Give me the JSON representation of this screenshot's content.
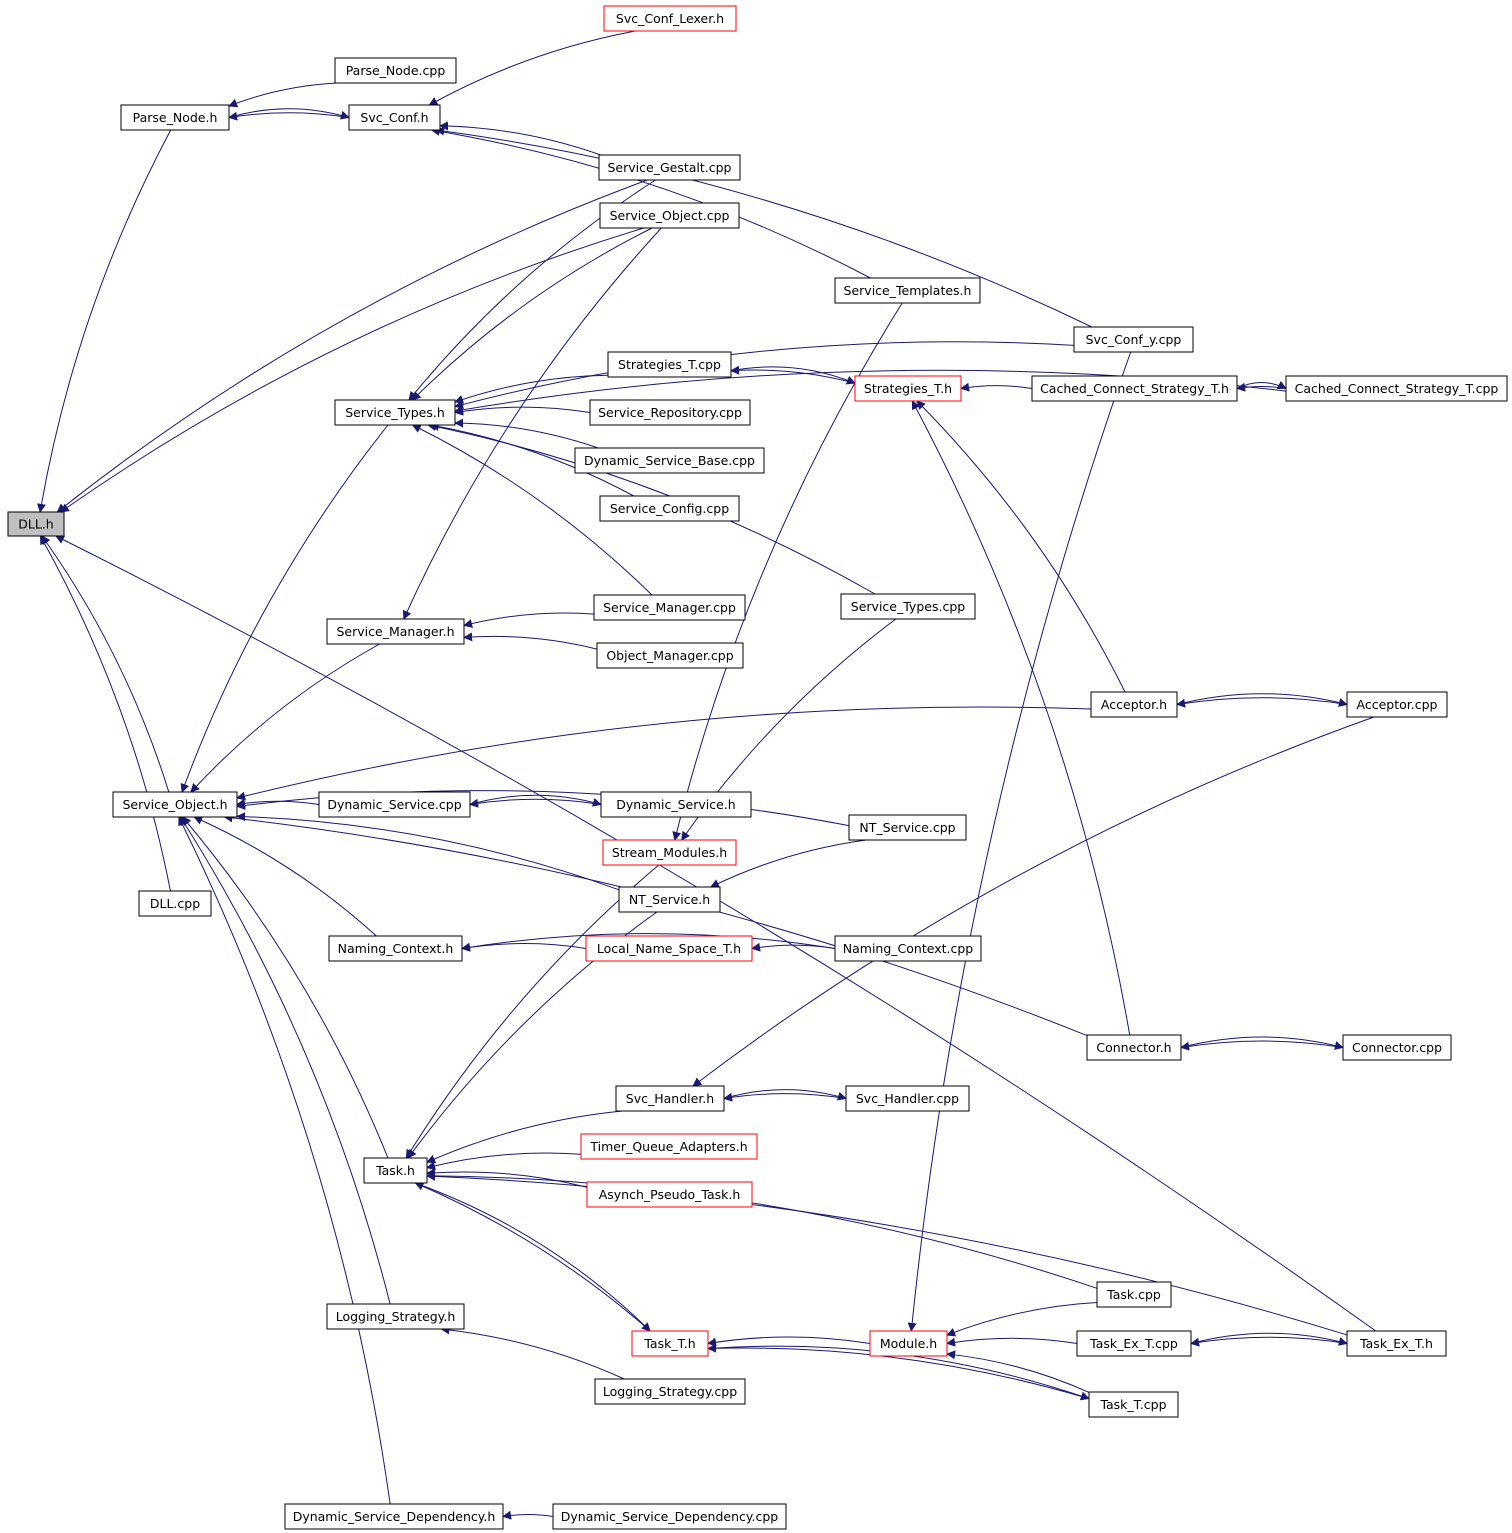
{
  "colors": {
    "edge": "#191970",
    "border_normal": "#000000",
    "border_truncated": "#ff0000",
    "root_fill": "#bfbfbf",
    "node_fill": "#ffffff",
    "background": "#ffffff"
  },
  "nodes": [
    {
      "id": "dll_h",
      "label": "DLL.h",
      "style": "root"
    },
    {
      "id": "svc_conf_lexer_h",
      "label": "Svc_Conf_Lexer.h",
      "style": "truncated"
    },
    {
      "id": "parse_node_cpp",
      "label": "Parse_Node.cpp",
      "style": "normal"
    },
    {
      "id": "parse_node_h",
      "label": "Parse_Node.h",
      "style": "normal"
    },
    {
      "id": "svc_conf_h",
      "label": "Svc_Conf.h",
      "style": "normal"
    },
    {
      "id": "service_gestalt_cpp",
      "label": "Service_Gestalt.cpp",
      "style": "normal"
    },
    {
      "id": "service_object_cpp",
      "label": "Service_Object.cpp",
      "style": "normal"
    },
    {
      "id": "service_templates_h",
      "label": "Service_Templates.h",
      "style": "normal"
    },
    {
      "id": "svc_conf_y_cpp",
      "label": "Svc_Conf_y.cpp",
      "style": "normal"
    },
    {
      "id": "strategies_t_cpp",
      "label": "Strategies_T.cpp",
      "style": "normal"
    },
    {
      "id": "strategies_t_h",
      "label": "Strategies_T.h",
      "style": "truncated"
    },
    {
      "id": "cached_connect_strategy_t_h",
      "label": "Cached_Connect_Strategy_T.h",
      "style": "normal"
    },
    {
      "id": "cached_connect_strategy_t_cpp",
      "label": "Cached_Connect_Strategy_T.cpp",
      "style": "normal"
    },
    {
      "id": "service_types_h",
      "label": "Service_Types.h",
      "style": "normal"
    },
    {
      "id": "service_repository_cpp",
      "label": "Service_Repository.cpp",
      "style": "normal"
    },
    {
      "id": "dynamic_service_base_cpp",
      "label": "Dynamic_Service_Base.cpp",
      "style": "normal"
    },
    {
      "id": "service_config_cpp",
      "label": "Service_Config.cpp",
      "style": "normal"
    },
    {
      "id": "service_manager_cpp",
      "label": "Service_Manager.cpp",
      "style": "normal"
    },
    {
      "id": "service_types_cpp",
      "label": "Service_Types.cpp",
      "style": "normal"
    },
    {
      "id": "service_manager_h",
      "label": "Service_Manager.h",
      "style": "normal"
    },
    {
      "id": "object_manager_cpp",
      "label": "Object_Manager.cpp",
      "style": "normal"
    },
    {
      "id": "acceptor_h",
      "label": "Acceptor.h",
      "style": "normal"
    },
    {
      "id": "acceptor_cpp",
      "label": "Acceptor.cpp",
      "style": "normal"
    },
    {
      "id": "service_object_h",
      "label": "Service_Object.h",
      "style": "normal"
    },
    {
      "id": "dynamic_service_cpp",
      "label": "Dynamic_Service.cpp",
      "style": "normal"
    },
    {
      "id": "dynamic_service_h",
      "label": "Dynamic_Service.h",
      "style": "normal"
    },
    {
      "id": "nt_service_cpp",
      "label": "NT_Service.cpp",
      "style": "normal"
    },
    {
      "id": "stream_modules_h",
      "label": "Stream_Modules.h",
      "style": "truncated"
    },
    {
      "id": "nt_service_h",
      "label": "NT_Service.h",
      "style": "normal"
    },
    {
      "id": "dll_cpp",
      "label": "DLL.cpp",
      "style": "normal"
    },
    {
      "id": "naming_context_h",
      "label": "Naming_Context.h",
      "style": "normal"
    },
    {
      "id": "local_name_space_t_h",
      "label": "Local_Name_Space_T.h",
      "style": "truncated"
    },
    {
      "id": "naming_context_cpp",
      "label": "Naming_Context.cpp",
      "style": "normal"
    },
    {
      "id": "connector_h",
      "label": "Connector.h",
      "style": "normal"
    },
    {
      "id": "connector_cpp",
      "label": "Connector.cpp",
      "style": "normal"
    },
    {
      "id": "svc_handler_h",
      "label": "Svc_Handler.h",
      "style": "normal"
    },
    {
      "id": "svc_handler_cpp",
      "label": "Svc_Handler.cpp",
      "style": "normal"
    },
    {
      "id": "timer_queue_adapters_h",
      "label": "Timer_Queue_Adapters.h",
      "style": "truncated"
    },
    {
      "id": "task_h",
      "label": "Task.h",
      "style": "normal"
    },
    {
      "id": "asynch_pseudo_task_h",
      "label": "Asynch_Pseudo_Task.h",
      "style": "truncated"
    },
    {
      "id": "task_cpp",
      "label": "Task.cpp",
      "style": "normal"
    },
    {
      "id": "logging_strategy_h",
      "label": "Logging_Strategy.h",
      "style": "normal"
    },
    {
      "id": "task_t_h",
      "label": "Task_T.h",
      "style": "truncated"
    },
    {
      "id": "module_h",
      "label": "Module.h",
      "style": "truncated"
    },
    {
      "id": "task_ex_t_cpp",
      "label": "Task_Ex_T.cpp",
      "style": "normal"
    },
    {
      "id": "task_ex_t_h",
      "label": "Task_Ex_T.h",
      "style": "normal"
    },
    {
      "id": "logging_strategy_cpp",
      "label": "Logging_Strategy.cpp",
      "style": "normal"
    },
    {
      "id": "task_t_cpp",
      "label": "Task_T.cpp",
      "style": "normal"
    },
    {
      "id": "dynamic_service_dependency_h",
      "label": "Dynamic_Service_Dependency.h",
      "style": "normal"
    },
    {
      "id": "dynamic_service_dependency_cpp",
      "label": "Dynamic_Service_Dependency.cpp",
      "style": "normal"
    }
  ],
  "edges": [
    {
      "from": "parse_node_h",
      "to": "dll_h"
    },
    {
      "from": "service_gestalt_cpp",
      "to": "dll_h"
    },
    {
      "from": "service_object_cpp",
      "to": "dll_h"
    },
    {
      "from": "service_object_h",
      "to": "dll_h"
    },
    {
      "from": "dll_cpp",
      "to": "dll_h"
    },
    {
      "from": "task_ex_t_h",
      "to": "dll_h"
    },
    {
      "from": "parse_node_cpp",
      "to": "parse_node_h"
    },
    {
      "from": "svc_conf_h",
      "to": "parse_node_h"
    },
    {
      "from": "parse_node_h",
      "to": "svc_conf_h"
    },
    {
      "from": "svc_conf_lexer_h",
      "to": "svc_conf_h"
    },
    {
      "from": "service_gestalt_cpp",
      "to": "svc_conf_h"
    },
    {
      "from": "svc_conf_y_cpp",
      "to": "svc_conf_h"
    },
    {
      "from": "strategies_t_cpp",
      "to": "service_types_h"
    },
    {
      "from": "service_repository_cpp",
      "to": "service_types_h"
    },
    {
      "from": "dynamic_service_base_cpp",
      "to": "service_types_h"
    },
    {
      "from": "service_config_cpp",
      "to": "service_types_h"
    },
    {
      "from": "service_manager_cpp",
      "to": "service_types_h"
    },
    {
      "from": "service_types_cpp",
      "to": "service_types_h"
    },
    {
      "from": "service_gestalt_cpp",
      "to": "service_types_h"
    },
    {
      "from": "service_object_cpp",
      "to": "service_types_h"
    },
    {
      "from": "svc_conf_y_cpp",
      "to": "service_types_h"
    },
    {
      "from": "cached_connect_strategy_t_cpp",
      "to": "service_types_h"
    },
    {
      "from": "service_object_cpp",
      "to": "service_manager_h"
    },
    {
      "from": "service_manager_cpp",
      "to": "service_manager_h"
    },
    {
      "from": "object_manager_cpp",
      "to": "service_manager_h"
    },
    {
      "from": "strategies_t_h",
      "to": "strategies_t_cpp"
    },
    {
      "from": "strategies_t_cpp",
      "to": "strategies_t_h"
    },
    {
      "from": "cached_connect_strategy_t_h",
      "to": "strategies_t_h"
    },
    {
      "from": "acceptor_h",
      "to": "strategies_t_h"
    },
    {
      "from": "connector_h",
      "to": "strategies_t_h"
    },
    {
      "from": "cached_connect_strategy_t_cpp",
      "to": "cached_connect_strategy_t_h"
    },
    {
      "from": "cached_connect_strategy_t_h",
      "to": "cached_connect_strategy_t_cpp"
    },
    {
      "from": "service_types_h",
      "to": "service_object_h"
    },
    {
      "from": "service_manager_h",
      "to": "service_object_h"
    },
    {
      "from": "service_templates_h",
      "to": "svc_conf_h"
    },
    {
      "from": "acceptor_h",
      "to": "service_object_h"
    },
    {
      "from": "dynamic_service_cpp",
      "to": "service_object_h"
    },
    {
      "from": "nt_service_cpp",
      "to": "service_object_h"
    },
    {
      "from": "nt_service_h",
      "to": "service_object_h"
    },
    {
      "from": "naming_context_h",
      "to": "service_object_h"
    },
    {
      "from": "connector_h",
      "to": "service_object_h"
    },
    {
      "from": "task_h",
      "to": "service_object_h"
    },
    {
      "from": "logging_strategy_h",
      "to": "service_object_h"
    },
    {
      "from": "dynamic_service_dependency_h",
      "to": "service_object_h"
    },
    {
      "from": "acceptor_cpp",
      "to": "acceptor_h"
    },
    {
      "from": "acceptor_h",
      "to": "acceptor_cpp"
    },
    {
      "from": "dynamic_service_h",
      "to": "dynamic_service_cpp"
    },
    {
      "from": "dynamic_service_cpp",
      "to": "dynamic_service_h"
    },
    {
      "from": "service_templates_h",
      "to": "stream_modules_h"
    },
    {
      "from": "service_types_cpp",
      "to": "stream_modules_h"
    },
    {
      "from": "nt_service_cpp",
      "to": "nt_service_h"
    },
    {
      "from": "local_name_space_t_h",
      "to": "naming_context_h"
    },
    {
      "from": "naming_context_cpp",
      "to": "naming_context_h"
    },
    {
      "from": "naming_context_cpp",
      "to": "local_name_space_t_h"
    },
    {
      "from": "connector_cpp",
      "to": "connector_h"
    },
    {
      "from": "connector_h",
      "to": "connector_cpp"
    },
    {
      "from": "acceptor_cpp",
      "to": "svc_handler_h"
    },
    {
      "from": "svc_handler_cpp",
      "to": "svc_handler_h"
    },
    {
      "from": "svc_handler_h",
      "to": "svc_handler_cpp"
    },
    {
      "from": "svc_handler_h",
      "to": "task_h"
    },
    {
      "from": "timer_queue_adapters_h",
      "to": "task_h"
    },
    {
      "from": "asynch_pseudo_task_h",
      "to": "task_h"
    },
    {
      "from": "stream_modules_h",
      "to": "task_h"
    },
    {
      "from": "nt_service_h",
      "to": "task_h"
    },
    {
      "from": "task_cpp",
      "to": "task_h"
    },
    {
      "from": "task_ex_t_h",
      "to": "task_h"
    },
    {
      "from": "task_t_h",
      "to": "task_h"
    },
    {
      "from": "task_h",
      "to": "task_t_h"
    },
    {
      "from": "module_h",
      "to": "task_t_h"
    },
    {
      "from": "task_t_cpp",
      "to": "task_t_h"
    },
    {
      "from": "task_cpp",
      "to": "module_h"
    },
    {
      "from": "task_ex_t_cpp",
      "to": "module_h"
    },
    {
      "from": "task_t_cpp",
      "to": "module_h"
    },
    {
      "from": "task_t_h",
      "to": "task_t_cpp"
    },
    {
      "from": "svc_conf_y_cpp",
      "to": "module_h"
    },
    {
      "from": "task_ex_t_h",
      "to": "task_ex_t_cpp"
    },
    {
      "from": "task_ex_t_cpp",
      "to": "task_ex_t_h"
    },
    {
      "from": "logging_strategy_cpp",
      "to": "logging_strategy_h"
    },
    {
      "from": "dynamic_service_dependency_cpp",
      "to": "dynamic_service_dependency_h"
    }
  ]
}
